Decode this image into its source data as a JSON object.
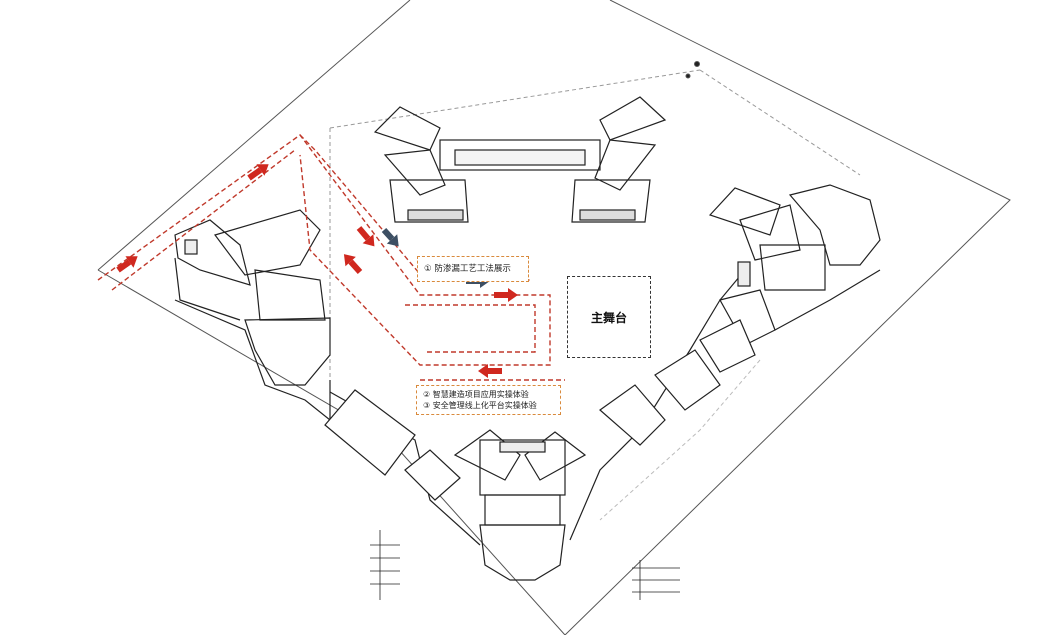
{
  "labels": {
    "box1_line1": "① 防渗漏工艺工法展示",
    "box2_line1": "② 智慧建造项目应用实操体验",
    "box2_line2": "③ 安全管理线上化平台实操体验",
    "main_stage": "主舞台"
  },
  "colors": {
    "route": "#c0392b",
    "arrow_red": "#d0281f",
    "arrow_blue": "#3d4f63",
    "label_border": "#d98a3c",
    "building_line": "#222222",
    "site_line": "#555555"
  },
  "icons": [
    "arrow-right-icon",
    "arrow-left-icon",
    "arrow-down-right-icon"
  ]
}
